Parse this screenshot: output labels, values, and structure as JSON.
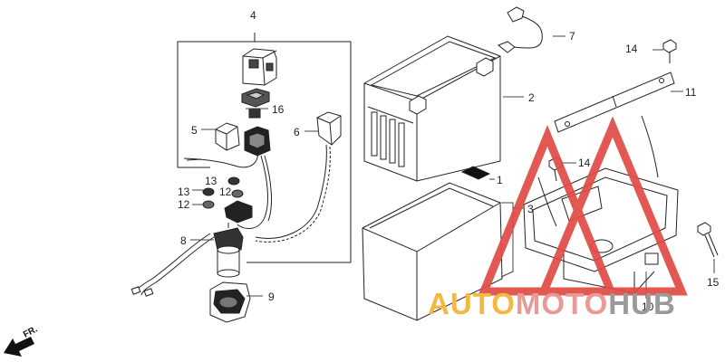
{
  "diagram": {
    "callouts": {
      "c1": "1",
      "c2": "2",
      "c3": "3",
      "c4": "4",
      "c5": "5",
      "c6": "6",
      "c7": "7",
      "c8": "8",
      "c9": "9",
      "c10": "10",
      "c11": "11",
      "c12a": "12",
      "c12b": "12",
      "c13a": "13",
      "c13b": "13",
      "c14a": "14",
      "c14b": "14",
      "c15": "15",
      "c16": "16"
    },
    "direction_label": "FR.",
    "watermark": {
      "part1": "AUTO",
      "part2": "MOTO",
      "part3": "HUB"
    },
    "colors": {
      "line": "#222222",
      "watermark_red": "#e04a44",
      "watermark_orange": "#f4b73f",
      "watermark_grey": "#9a9a9a"
    }
  }
}
